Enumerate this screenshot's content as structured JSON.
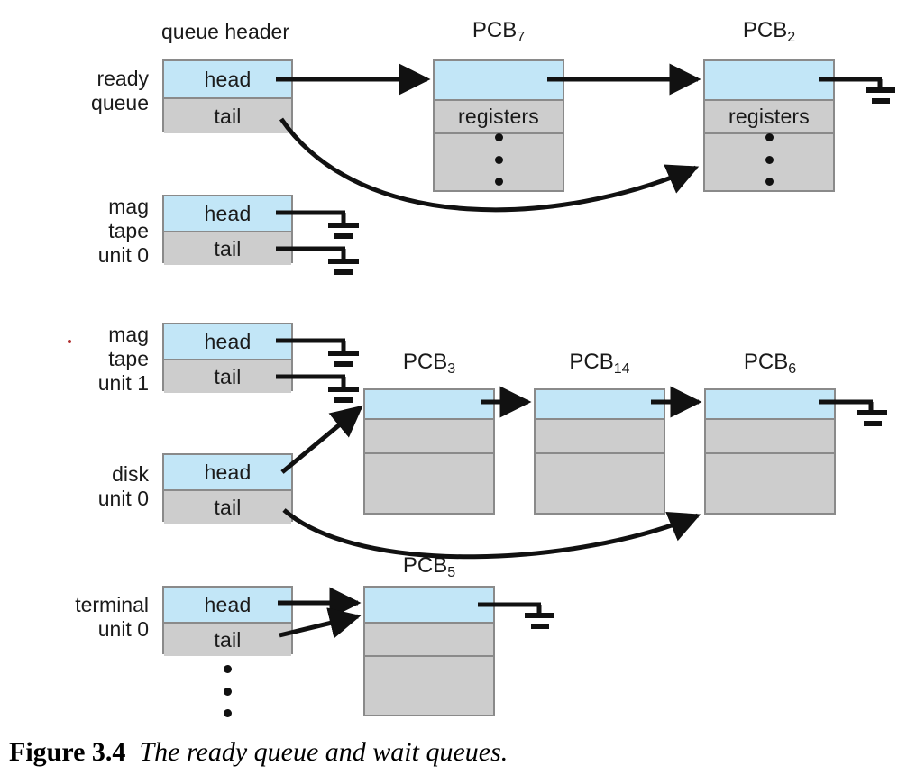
{
  "figure": {
    "number": "Figure 3.4",
    "caption": "The ready queue and wait queues.",
    "colors": {
      "head_cell": "#c2e6f7",
      "tail_cell": "#cdcdcd",
      "box_border": "#8a8a8a",
      "wire": "#111111",
      "background": "#ffffff"
    }
  },
  "headers": {
    "queue_header": "queue header"
  },
  "queues": [
    {
      "id": "ready-queue",
      "label": "ready\nqueue",
      "head_label": "head",
      "tail_label": "tail",
      "head_target": "PCB7",
      "tail_target": "PCB2"
    },
    {
      "id": "mag-tape-unit-0",
      "label": "mag\ntape\nunit 0",
      "head_label": "head",
      "tail_label": "tail",
      "head_target": "ground",
      "tail_target": "ground"
    },
    {
      "id": "mag-tape-unit-1",
      "label": "mag\ntape\nunit 1",
      "head_label": "head",
      "tail_label": "tail",
      "head_target": "ground",
      "tail_target": "ground"
    },
    {
      "id": "disk-unit-0",
      "label": "disk\nunit 0",
      "head_label": "head",
      "tail_label": "tail",
      "head_target": "PCB3",
      "tail_target": "PCB6"
    },
    {
      "id": "terminal-unit-0",
      "label": "terminal\nunit 0",
      "head_label": "head",
      "tail_label": "tail",
      "head_target": "PCB5",
      "tail_target": "PCB5"
    }
  ],
  "pcbs": [
    {
      "id": "PCB7",
      "name": "PCB",
      "index": "7",
      "registers_label": "registers",
      "has_registers": true,
      "next": "PCB2"
    },
    {
      "id": "PCB2",
      "name": "PCB",
      "index": "2",
      "registers_label": "registers",
      "has_registers": true,
      "next": "ground"
    },
    {
      "id": "PCB3",
      "name": "PCB",
      "index": "3",
      "registers_label": "",
      "has_registers": false,
      "next": "PCB14"
    },
    {
      "id": "PCB14",
      "name": "PCB",
      "index": "14",
      "registers_label": "",
      "has_registers": false,
      "next": "PCB6"
    },
    {
      "id": "PCB6",
      "name": "PCB",
      "index": "6",
      "registers_label": "",
      "has_registers": false,
      "next": "ground"
    },
    {
      "id": "PCB5",
      "name": "PCB",
      "index": "5",
      "registers_label": "",
      "has_registers": false,
      "next": "ground"
    }
  ]
}
